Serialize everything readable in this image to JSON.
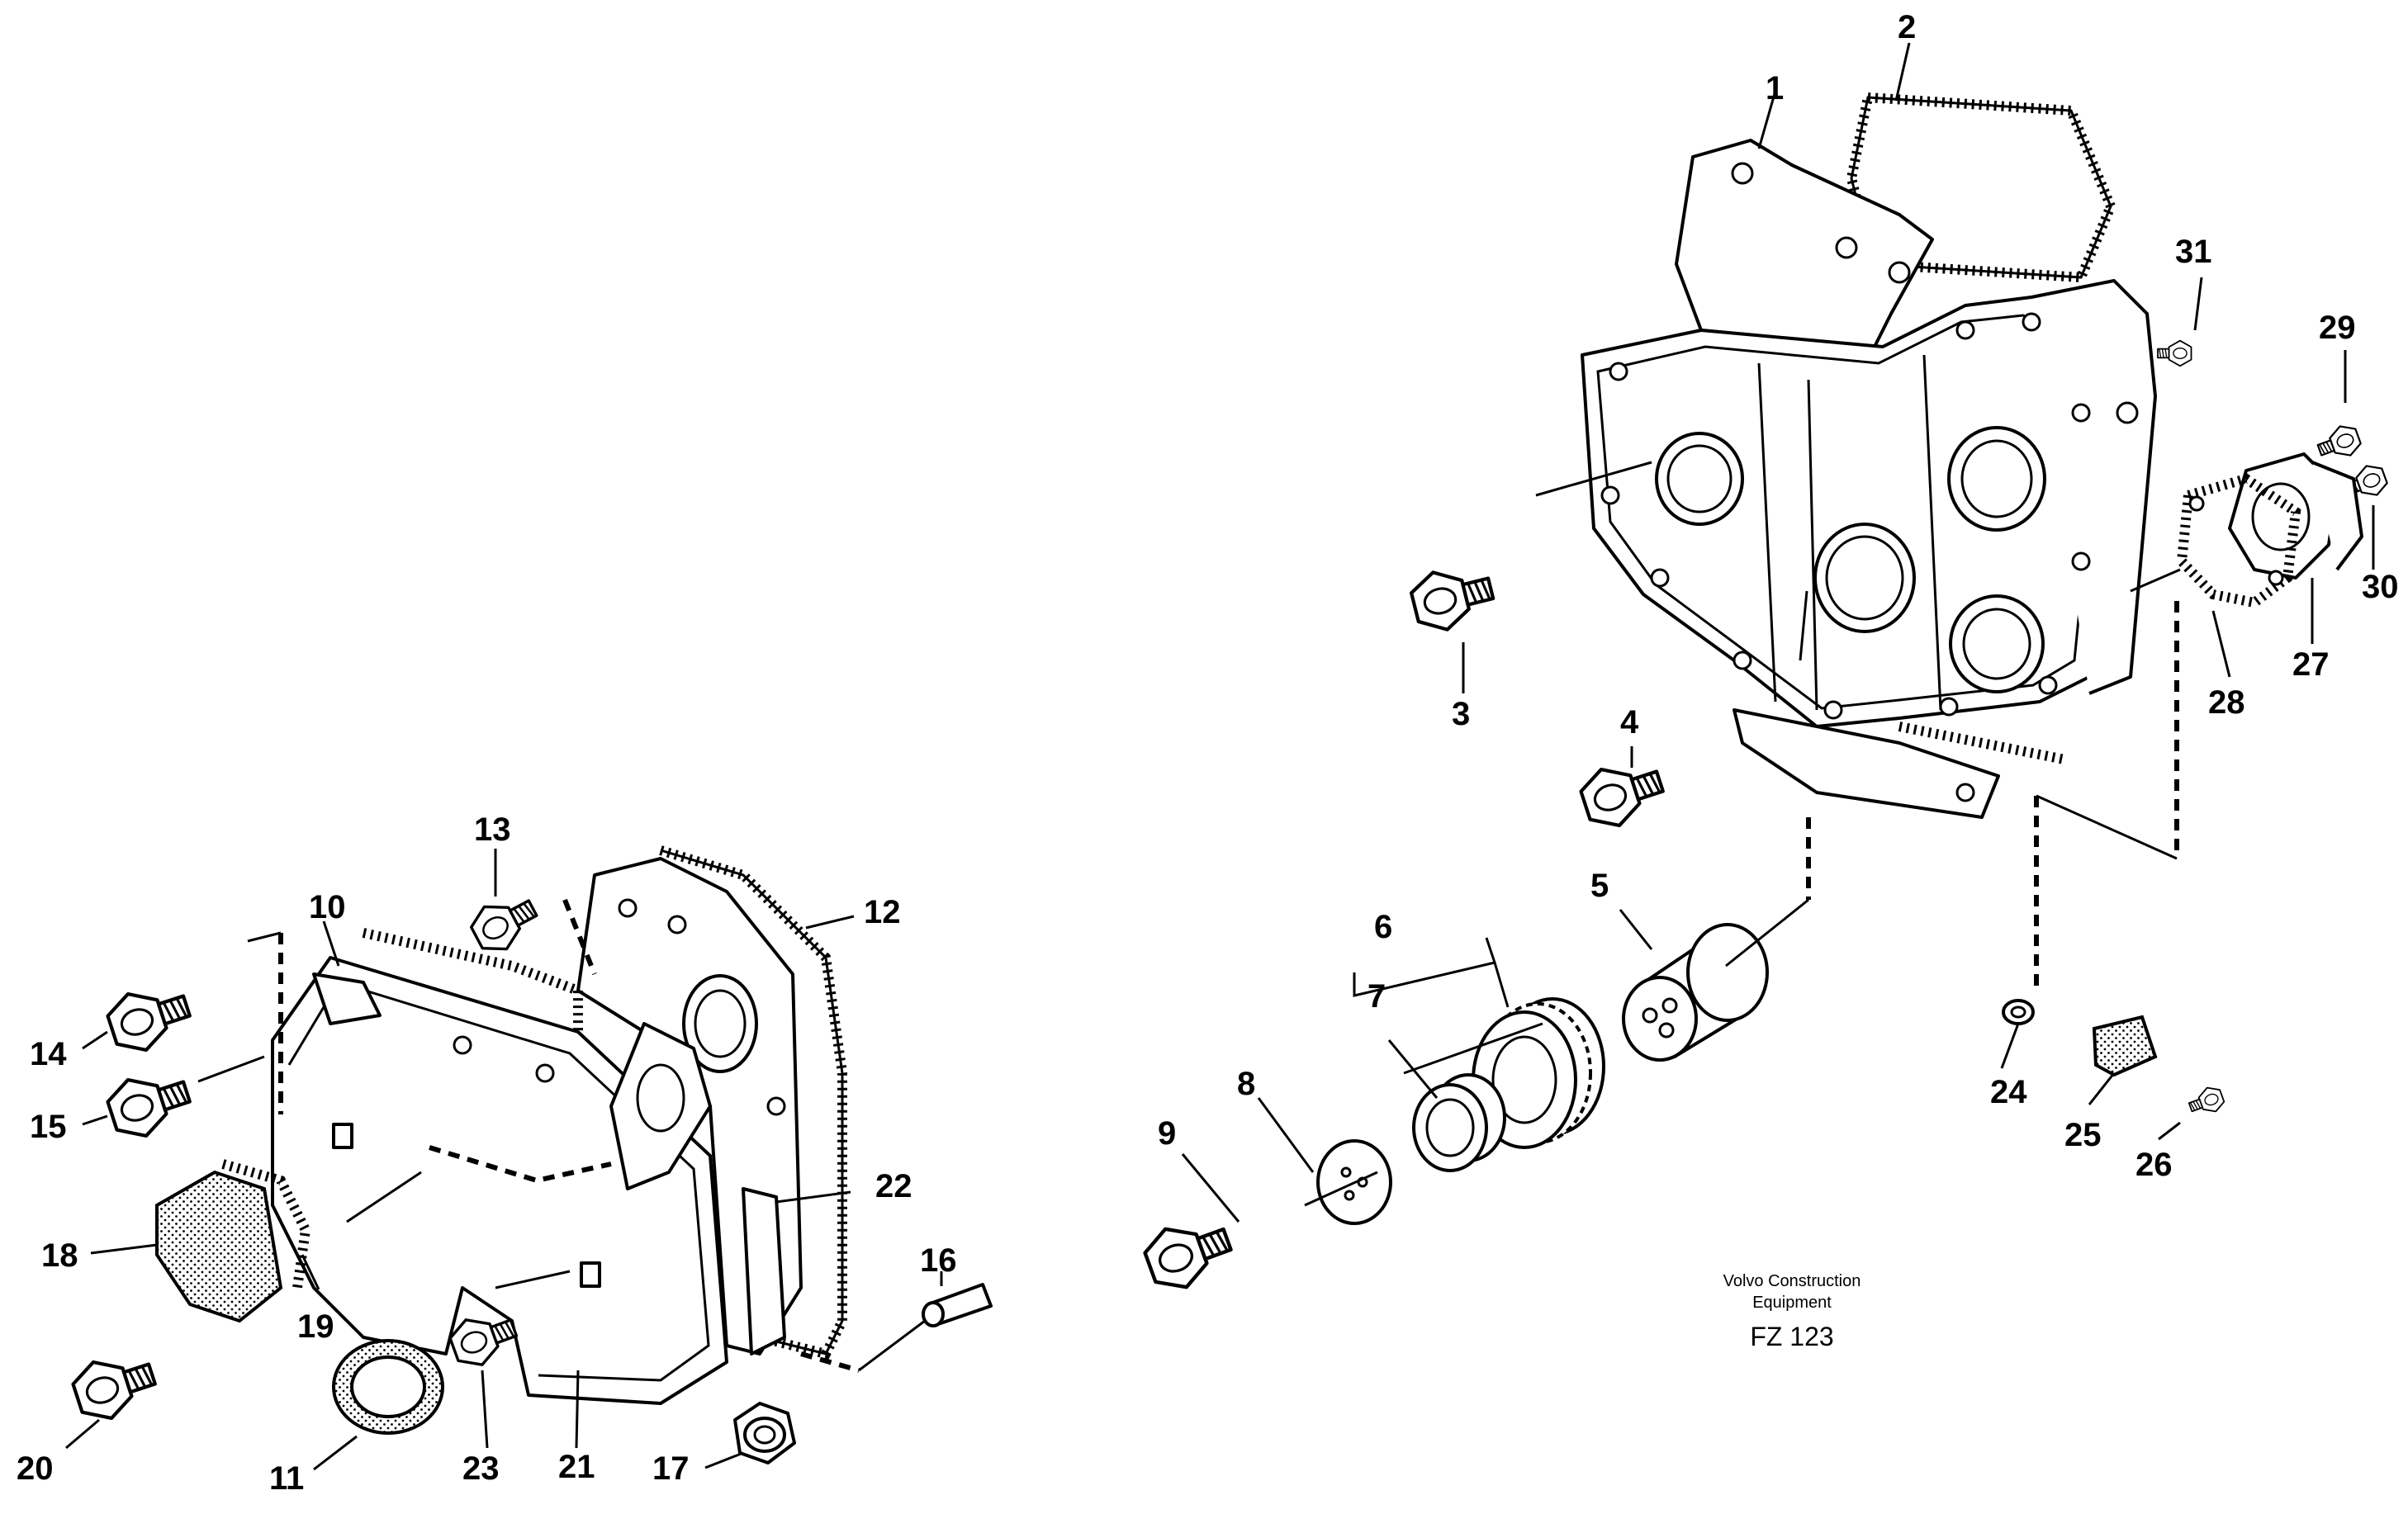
{
  "figure": {
    "credit_line1": "Volvo Construction",
    "credit_line2": "Equipment",
    "figure_number": "FZ 123"
  },
  "callouts": {
    "c1": "1",
    "c2": "2",
    "c3": "3",
    "c4": "4",
    "c5": "5",
    "c6": "6",
    "c7": "7",
    "c8": "8",
    "c9": "9",
    "c10": "10",
    "c11": "11",
    "c12": "12",
    "c13": "13",
    "c14": "14",
    "c15": "15",
    "c16": "16",
    "c17": "17",
    "c18": "18",
    "c19": "19",
    "c20": "20",
    "c21": "21",
    "c22": "22",
    "c23": "23",
    "c24": "24",
    "c25": "25",
    "c26": "26",
    "c27": "27",
    "c28": "28",
    "c29": "29",
    "c30": "30",
    "c31": "31"
  },
  "colors": {
    "ink": "#000000",
    "paper": "#ffffff"
  }
}
